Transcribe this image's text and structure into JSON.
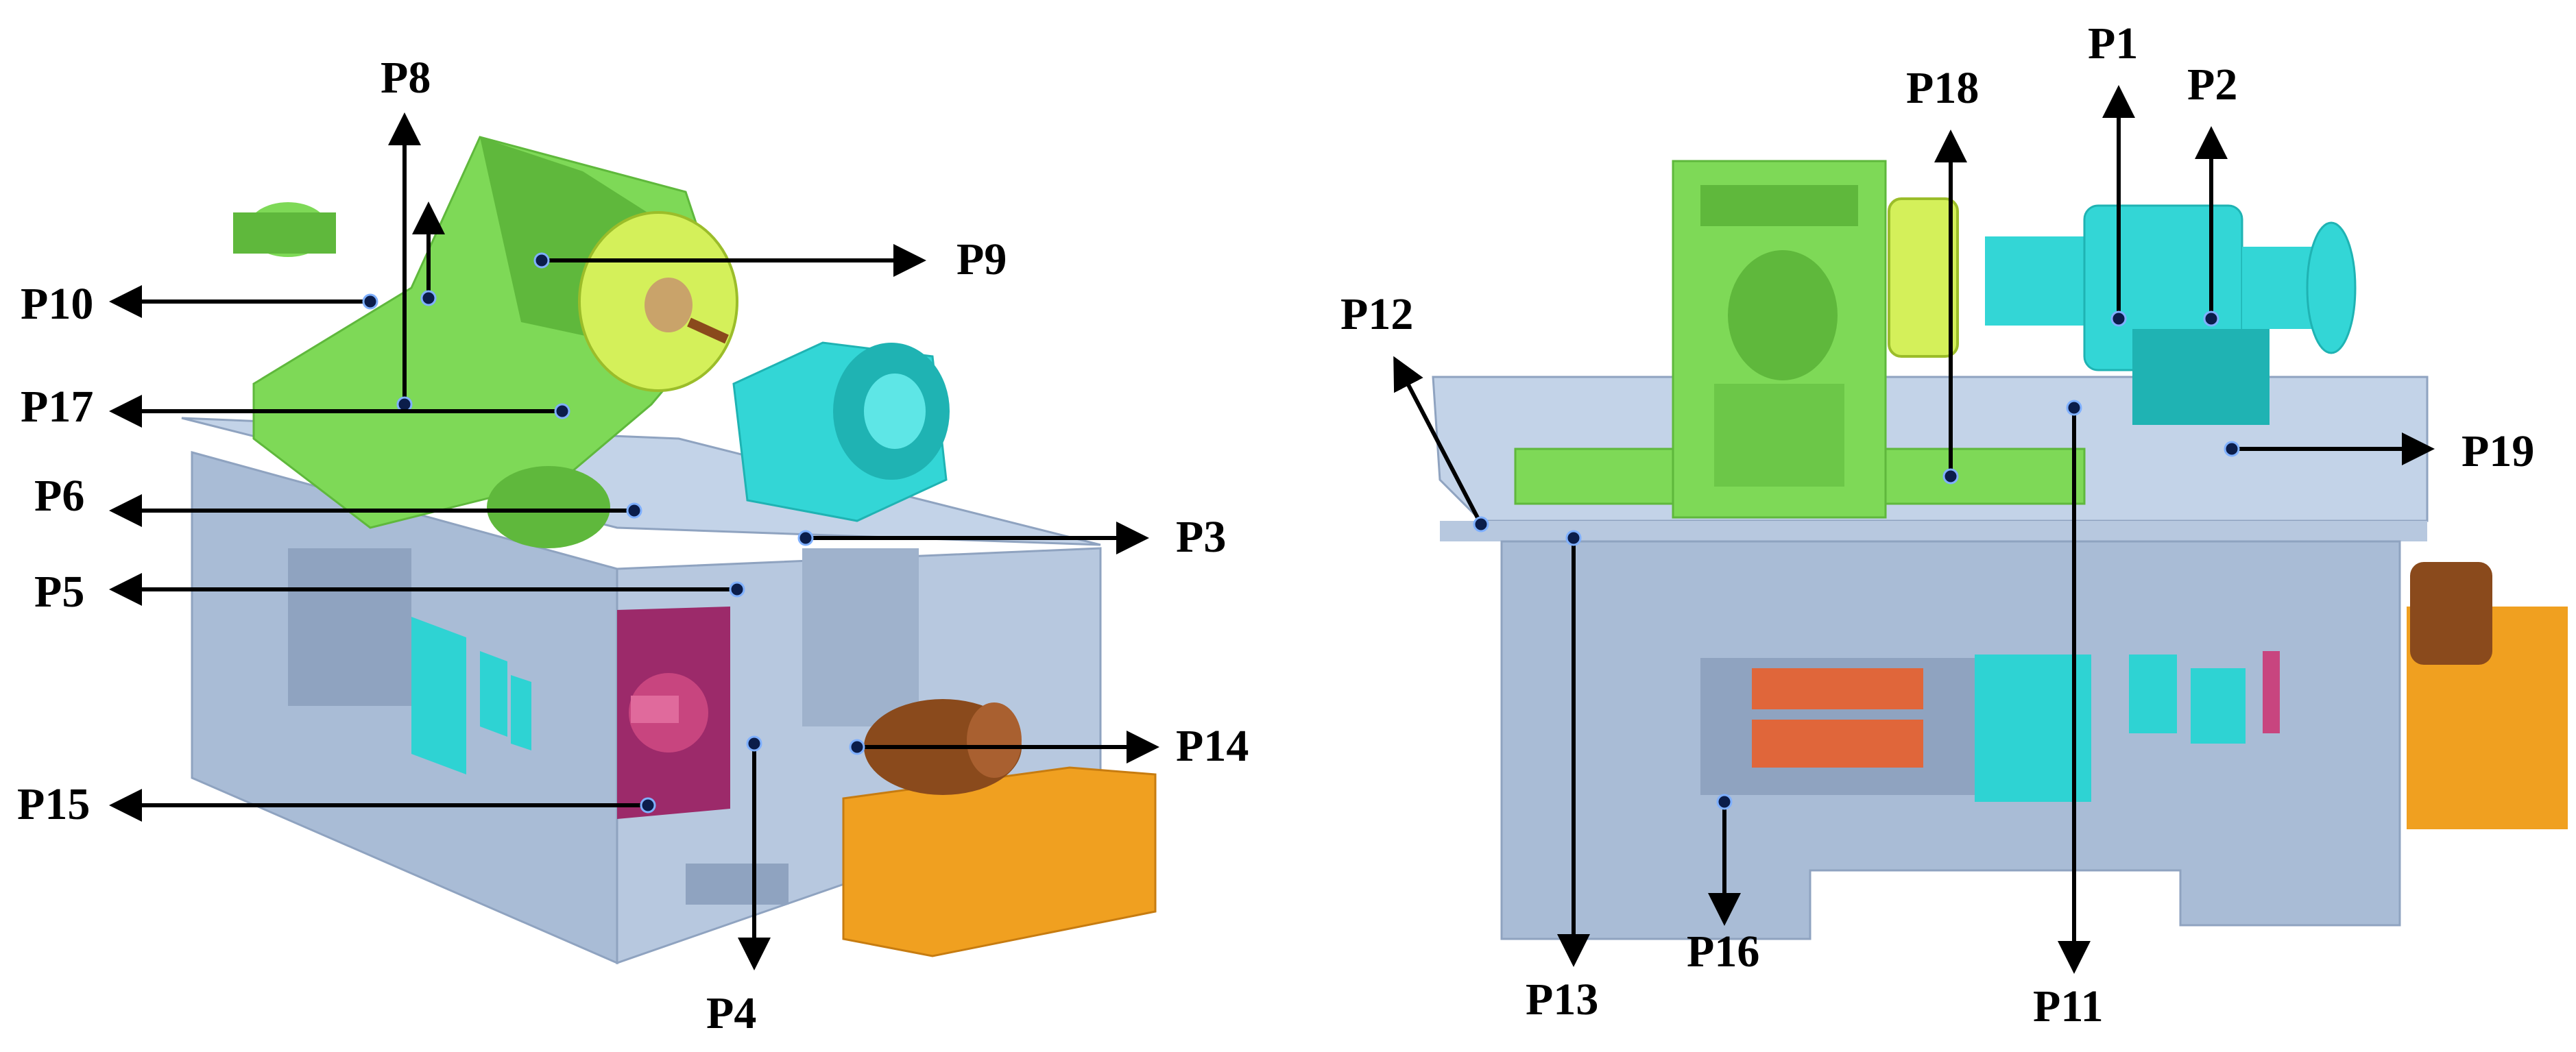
{
  "labels": {
    "p1": "P1",
    "p2": "P2",
    "p3": "P3",
    "p4": "P4",
    "p5": "P5",
    "p6": "P6",
    "p8": "P8",
    "p9": "P9",
    "p10": "P10",
    "p11": "P11",
    "p12": "P12",
    "p13": "P13",
    "p14": "P14",
    "p15": "P15",
    "p16": "P16",
    "p17": "P17",
    "p18": "P18",
    "p19": "P19"
  },
  "colors": {
    "bed": "#a9bcd6",
    "bed_dark": "#8fa3c0",
    "bed_light": "#c3d3e8",
    "headstock": "#7ed957",
    "headstock_dark": "#5fb83c",
    "chuck": "#d4f05a",
    "spindle_motor": "#33d6d6",
    "spindle_motor_dark": "#1fb3b3",
    "motor": "#8a4a1c",
    "base_block": "#f0a020",
    "purple_plate": "#9c2a6a",
    "window_red": "#e0663a",
    "cyan_panel": "#2ed3d3",
    "marker": "#0b1d4a"
  }
}
